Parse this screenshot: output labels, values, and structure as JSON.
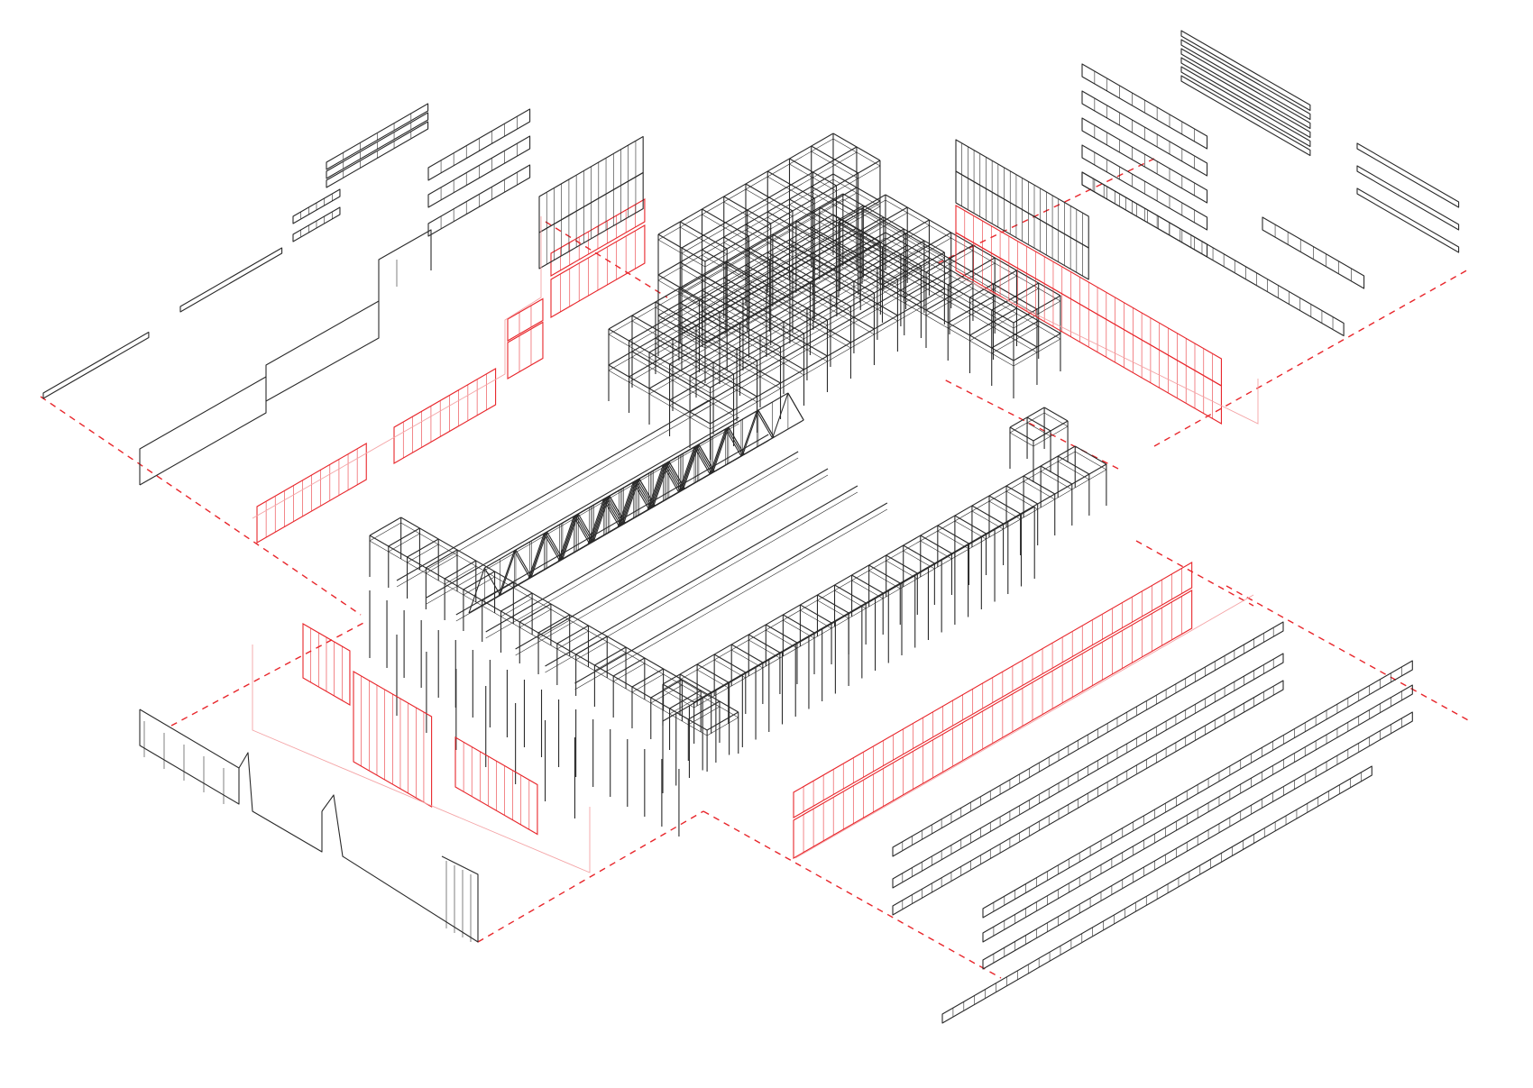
{
  "figure": {
    "kind": "exploded axonometric of an industrial hall structure",
    "colors": {
      "background": "#ffffff",
      "structure_line": "#2a2a2a",
      "facade_highlight": "#e8262b",
      "facade_outline_light": "#f4a3a5",
      "projection_dash": "#e8262b"
    },
    "parts": [
      "structure-frame",
      "roof-trusses",
      "facade-northwest",
      "facade-northeast",
      "facade-southwest",
      "facade-southeast",
      "roof-beams-northwest",
      "roof-beams-northeast",
      "roof-beams-southeast",
      "projection-lines"
    ]
  }
}
